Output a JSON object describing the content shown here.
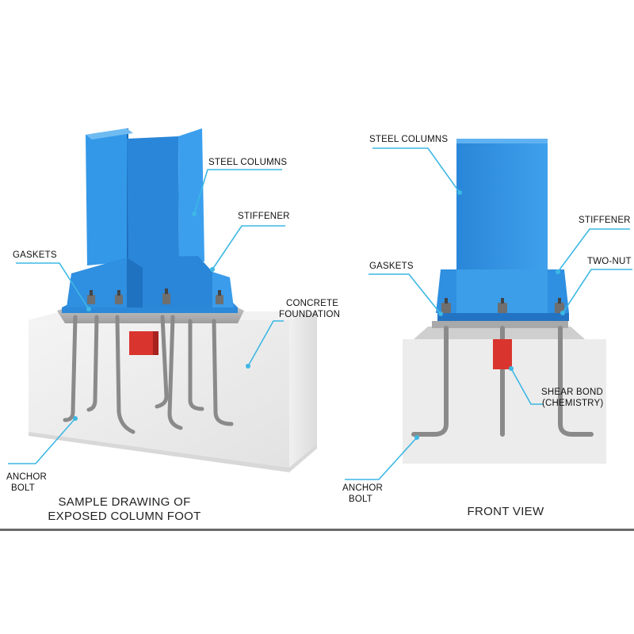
{
  "left_view": {
    "labels": {
      "steel_columns": "STEEL COLUMNS",
      "stiffener": "STIFFENER",
      "gaskets": "GASKETS",
      "concrete_foundation_1": "CONCRETE",
      "concrete_foundation_2": "FOUNDATION",
      "anchor_bolt_1": "ANCHOR",
      "anchor_bolt_2": "BOLT"
    },
    "caption_1": "SAMPLE DRAWING OF",
    "caption_2": "EXPOSED COLUMN FOOT"
  },
  "right_view": {
    "labels": {
      "steel_columns": "STEEL COLUMNS",
      "stiffener": "STIFFENER",
      "two_nut": "TWO-NUT",
      "gaskets": "GASKETS",
      "shear_bond_1": "SHEAR BOND",
      "shear_bond_2": "(CHEMISTRY)",
      "anchor_bolt_1": "ANCHOR",
      "anchor_bolt_2": "BOLT"
    },
    "caption": "FRONT VIEW"
  },
  "colors": {
    "steel": "#2f8fe0",
    "leader": "#3db7e4",
    "concrete": "#ececec",
    "shear_key": "#d9342e",
    "bolt": "#8c8c8c"
  }
}
